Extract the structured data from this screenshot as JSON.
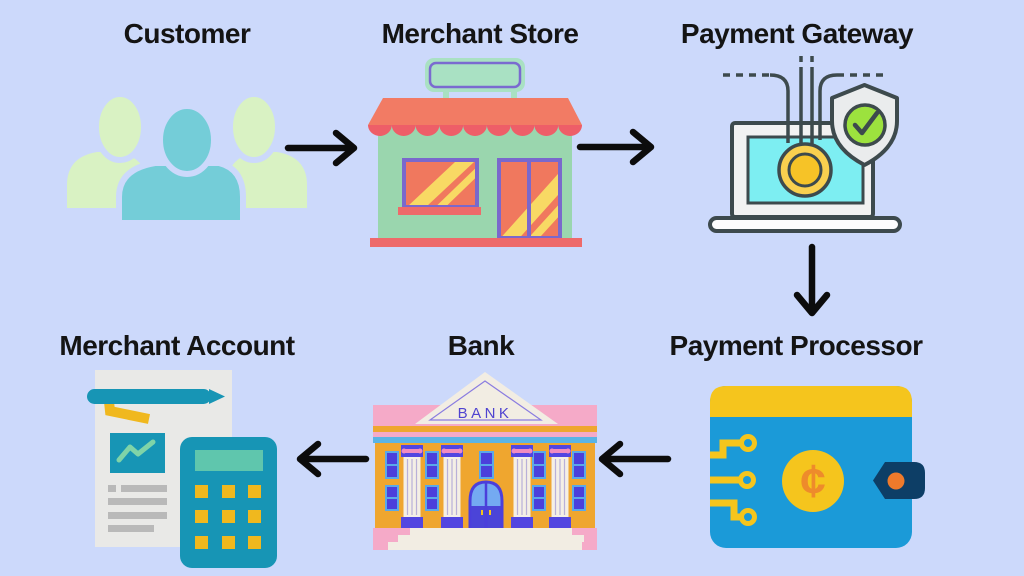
{
  "diagram": {
    "subject": "Payment processing flow",
    "background": "#ccd9fb"
  },
  "nodes": [
    {
      "id": "customer",
      "label": "Customer",
      "row": 1
    },
    {
      "id": "merchant-store",
      "label": "Merchant Store",
      "row": 1
    },
    {
      "id": "payment-gateway",
      "label": "Payment Gateway",
      "row": 1
    },
    {
      "id": "merchant-account",
      "label": "Merchant Account",
      "row": 2
    },
    {
      "id": "bank",
      "label": "Bank",
      "row": 2
    },
    {
      "id": "payment-processor",
      "label": "Payment Processor",
      "row": 2
    }
  ],
  "arrows": [
    {
      "from": "customer",
      "to": "merchant-store",
      "direction": "right"
    },
    {
      "from": "merchant-store",
      "to": "payment-gateway",
      "direction": "right"
    },
    {
      "from": "payment-gateway",
      "to": "payment-processor",
      "direction": "down"
    },
    {
      "from": "payment-processor",
      "to": "bank",
      "direction": "left"
    },
    {
      "from": "bank",
      "to": "merchant-account",
      "direction": "left"
    }
  ],
  "icon_text": {
    "bank_sign": "BANK",
    "cent_symbol": "¢"
  },
  "colors": {
    "background": "#ccd9fb",
    "label_text": "#141414",
    "arrow": "#0c0c0c",
    "customer_center": "#74cdd8",
    "customer_sides": "#d9f2c3",
    "store_awning": "#f27b64",
    "store_scallop": "#ee5e68",
    "store_body": "#9ad6ae",
    "store_purple": "#7a68cc",
    "store_window_glass": "#f0785e",
    "store_stripe_yellow": "#f8d964",
    "gateway_outline": "#3d4a4d",
    "gateway_screen": "#7deef2",
    "gateway_check_green": "#9ce23e",
    "gateway_coin": "#f6c327",
    "wallet_blue": "#1b9ad8",
    "wallet_yellow": "#f5c51d",
    "wallet_clasp_navy": "#0d3e66",
    "wallet_cent_orange": "#ee8b2b",
    "bank_facade": "#efa62f",
    "bank_pink": "#f5aac8",
    "bank_cream": "#f2ede3",
    "bank_window_blue": "#4b3fdb",
    "bank_cyan": "#5bb4e5",
    "doc_gray": "#e9e9e7",
    "calculator_teal": "#1795b5",
    "calc_display": "#5fc6ad",
    "button_yellow": "#f0b81e"
  }
}
